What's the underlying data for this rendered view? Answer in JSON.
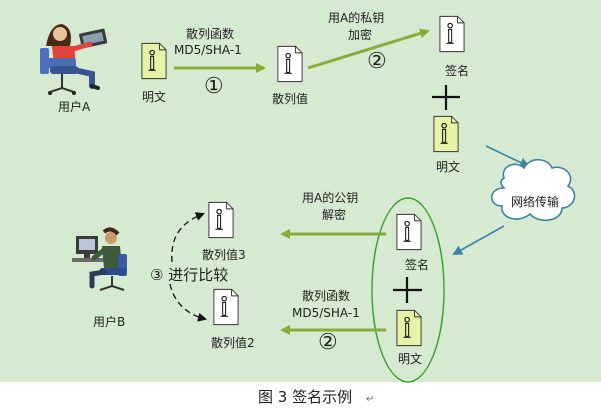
{
  "figure": {
    "caption": "图 3  签名示例",
    "paragraph_mark": "↵"
  },
  "sender": {
    "label": "用户A",
    "plaintext_label": "明文",
    "hash_fn_line1": "散列函数",
    "hash_fn_line2": "MD5/SHA-1",
    "step1": "①",
    "hash_label": "散列值",
    "encrypt_line1": "用A的私钥",
    "encrypt_line2": "加密",
    "step2": "②",
    "signature_label": "签名",
    "plaintext_label2": "明文"
  },
  "network": {
    "label": "网络传输"
  },
  "receiver": {
    "label": "用户B",
    "decrypt_line1": "用A的公钥",
    "decrypt_line2": "解密",
    "hash3_label": "散列值3",
    "compare_label": "③ 进行比较",
    "hash_fn_line1": "散列函数",
    "hash_fn_line2": "MD5/SHA-1",
    "step2": "②",
    "hash2_label": "散列值2",
    "signature_label": "签名",
    "plaintext_label": "明文"
  }
}
